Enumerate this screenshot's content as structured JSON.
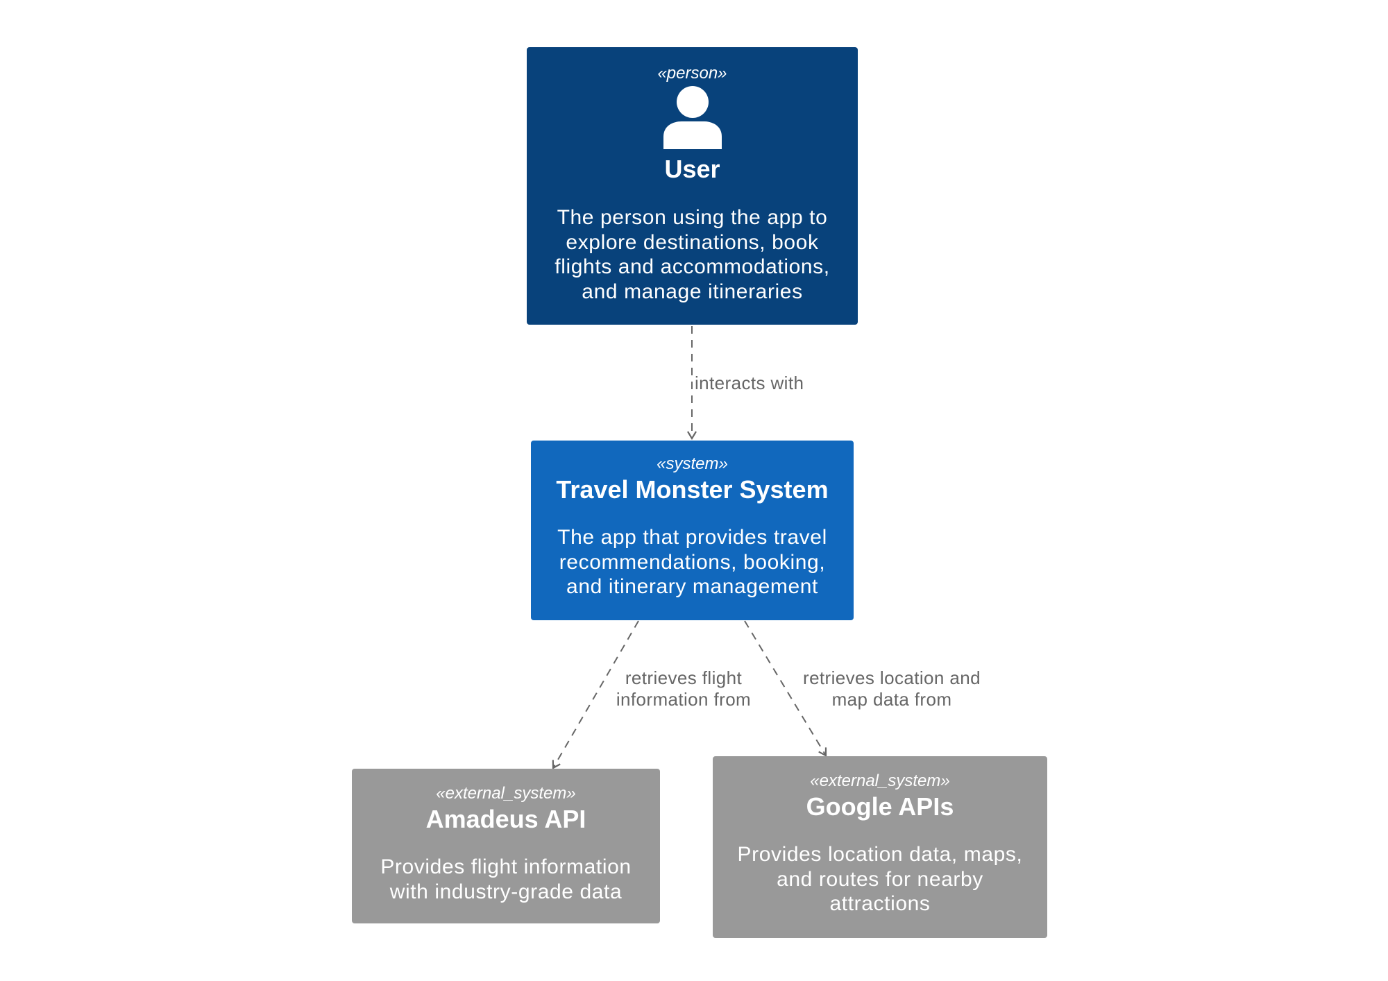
{
  "colors": {
    "person": "#08427b",
    "system": "#1168bd",
    "external": "#999999",
    "edge": "#666666"
  },
  "nodes": {
    "user": {
      "stereotype": "«person»",
      "icon": "person-icon",
      "title": "User",
      "description": "The person using the app to explore destinations, book flights and accommodations, and manage itineraries"
    },
    "travel_monster": {
      "stereotype": "«system»",
      "title": "Travel Monster System",
      "description": "The app that provides travel recommendations, booking, and itinerary management"
    },
    "amadeus": {
      "stereotype": "«external_system»",
      "title": "Amadeus API",
      "description": "Provides flight information with industry-grade data"
    },
    "google": {
      "stereotype": "«external_system»",
      "title": "Google APIs",
      "description": "Provides location data, maps, and routes for nearby attractions"
    }
  },
  "edges": {
    "user_to_system": "interacts with",
    "system_to_amadeus": "retrieves flight\ninformation from",
    "system_to_google": "retrieves location and\nmap data from"
  }
}
